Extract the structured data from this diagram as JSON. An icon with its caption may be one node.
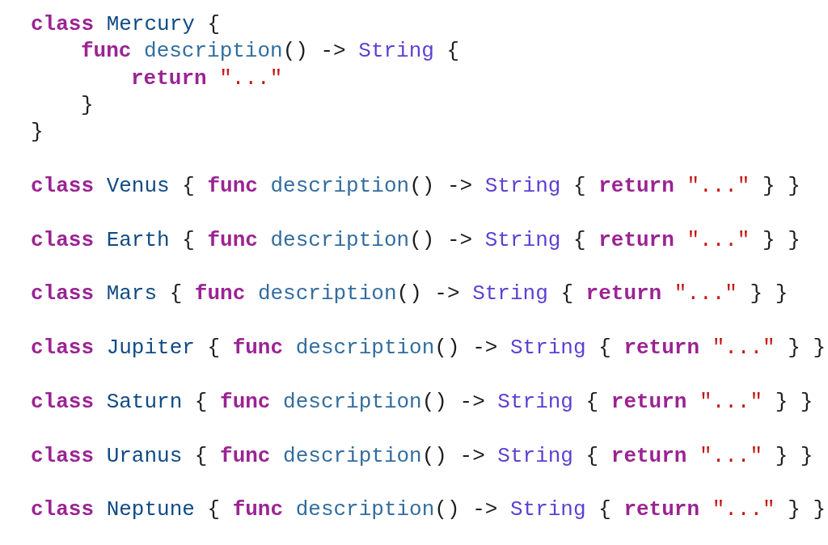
{
  "diagram": {
    "labels": [
      "class Mercury {",
      "func description() -> String {",
      "return \"...\"",
      "}",
      "}",
      "class Venus { func description() -> String { return \"...\" } }",
      "class Earth { func description() -> String { return \"...\" } }",
      "class Mars { func description() -> String { return \"...\" } }",
      "class Jupiter { func description() -> String { return \"...\" } }",
      "class Saturn { func description() -> String { return \"...\" } }",
      "class Uranus { func description() -> String { return \"...\" } }",
      "class Neptune { func description() -> String { return \"...\" } }"
    ]
  }
}
